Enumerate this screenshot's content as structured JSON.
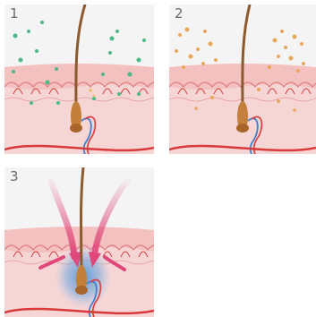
{
  "panels": [
    {
      "step_label": "1",
      "particles": "green"
    },
    {
      "step_label": "2",
      "particles": "orange"
    },
    {
      "step_label": "3",
      "particles": "none"
    }
  ],
  "colors": {
    "sky": "#f4f4f4",
    "epidermis": "#f3c1c0",
    "dermis": "#f6d6d5",
    "skin_line": "#e07e80",
    "capillary_red": "#d83a3a",
    "vein_blue": "#3f7fcf",
    "hair": "#8c5a2e",
    "follicle": "#c47f3a",
    "green_particle": "#4cb884",
    "orange_particle": "#e8a65a",
    "arrow_pink": "#e0487a",
    "glow_blue": "#4a8fd6"
  }
}
